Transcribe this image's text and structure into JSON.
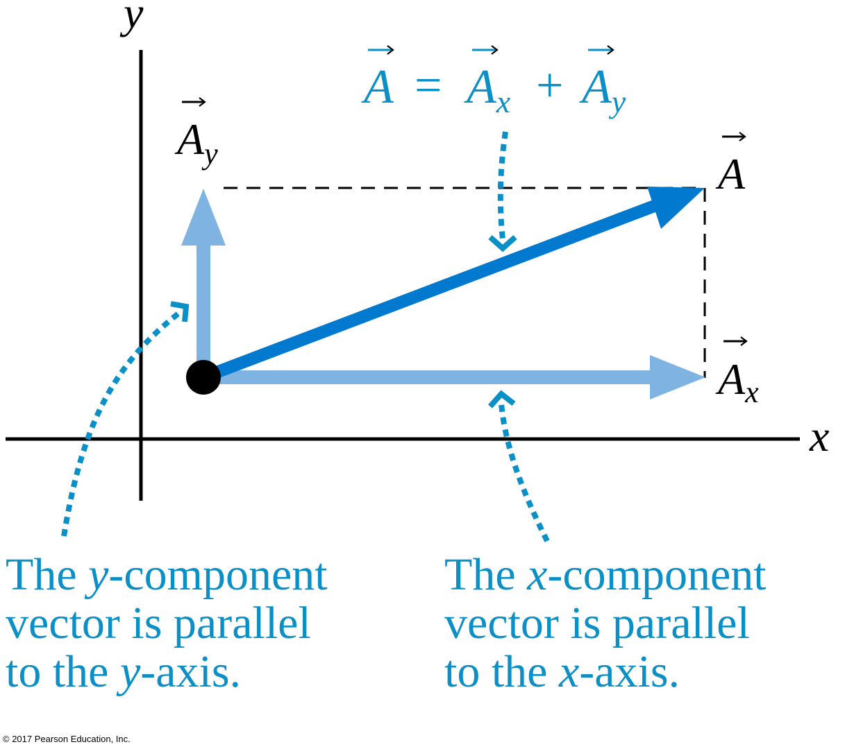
{
  "colors": {
    "axis": "#000000",
    "resultant_vector": "#0079cf",
    "component_vector": "#7eb3e2",
    "annotation": "#0a8fc6",
    "dashed": "#000000",
    "origin_dot": "#000000"
  },
  "axes": {
    "x_label": "x",
    "y_label": "y"
  },
  "vector_labels": {
    "A": "A",
    "A_x_base": "A",
    "A_x_sub": "x",
    "A_y_base": "A",
    "A_y_sub": "y"
  },
  "equation": {
    "lhs": "A",
    "equals": "=",
    "term1_base": "A",
    "term1_sub": "x",
    "plus": "+",
    "term2_base": "A",
    "term2_sub": "y"
  },
  "captions": {
    "left": {
      "line1_pre": "The ",
      "line1_var": "y",
      "line1_post": "-component",
      "line2": "vector is parallel",
      "line3_pre": "to the ",
      "line3_var": "y",
      "line3_post": "-axis."
    },
    "right": {
      "line1_pre": "The ",
      "line1_var": "x",
      "line1_post": "-component",
      "line2": "vector is parallel",
      "line3_pre": "to the ",
      "line3_var": "x",
      "line3_post": "-axis."
    }
  },
  "copyright": "© 2017 Pearson Education, Inc."
}
